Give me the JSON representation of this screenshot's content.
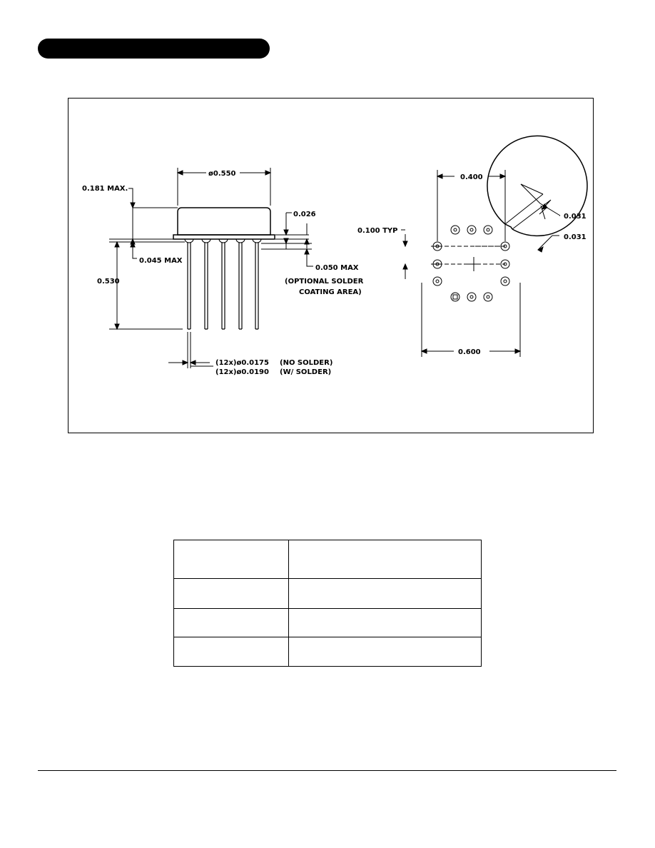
{
  "header": {
    "title": ""
  },
  "drawing": {
    "dia_body": "ø0.550",
    "max_height": "0.181 MAX.",
    "flange_thickness": "0.026",
    "flange_offset": "0.045 MAX",
    "solder_max": "0.050 MAX",
    "solder_note_1": "(OPTIONAL SOLDER",
    "solder_note_2": "COATING AREA)",
    "lead_length": "0.530",
    "lead_dia_1": "(12x)ø0.0175",
    "lead_dia_1_note": "(NO SOLDER)",
    "lead_dia_2": "(12x)ø0.0190",
    "lead_dia_2_note": "(W/ SOLDER)",
    "pin_span": "0.400",
    "pin_pitch": "0.100 TYP",
    "tab_width": "0.031",
    "tab_length": "0.031",
    "base_dia": "0.600"
  },
  "table": {
    "rows": [
      [
        "",
        ""
      ],
      [
        "",
        ""
      ],
      [
        "",
        ""
      ],
      [
        "",
        ""
      ]
    ]
  }
}
